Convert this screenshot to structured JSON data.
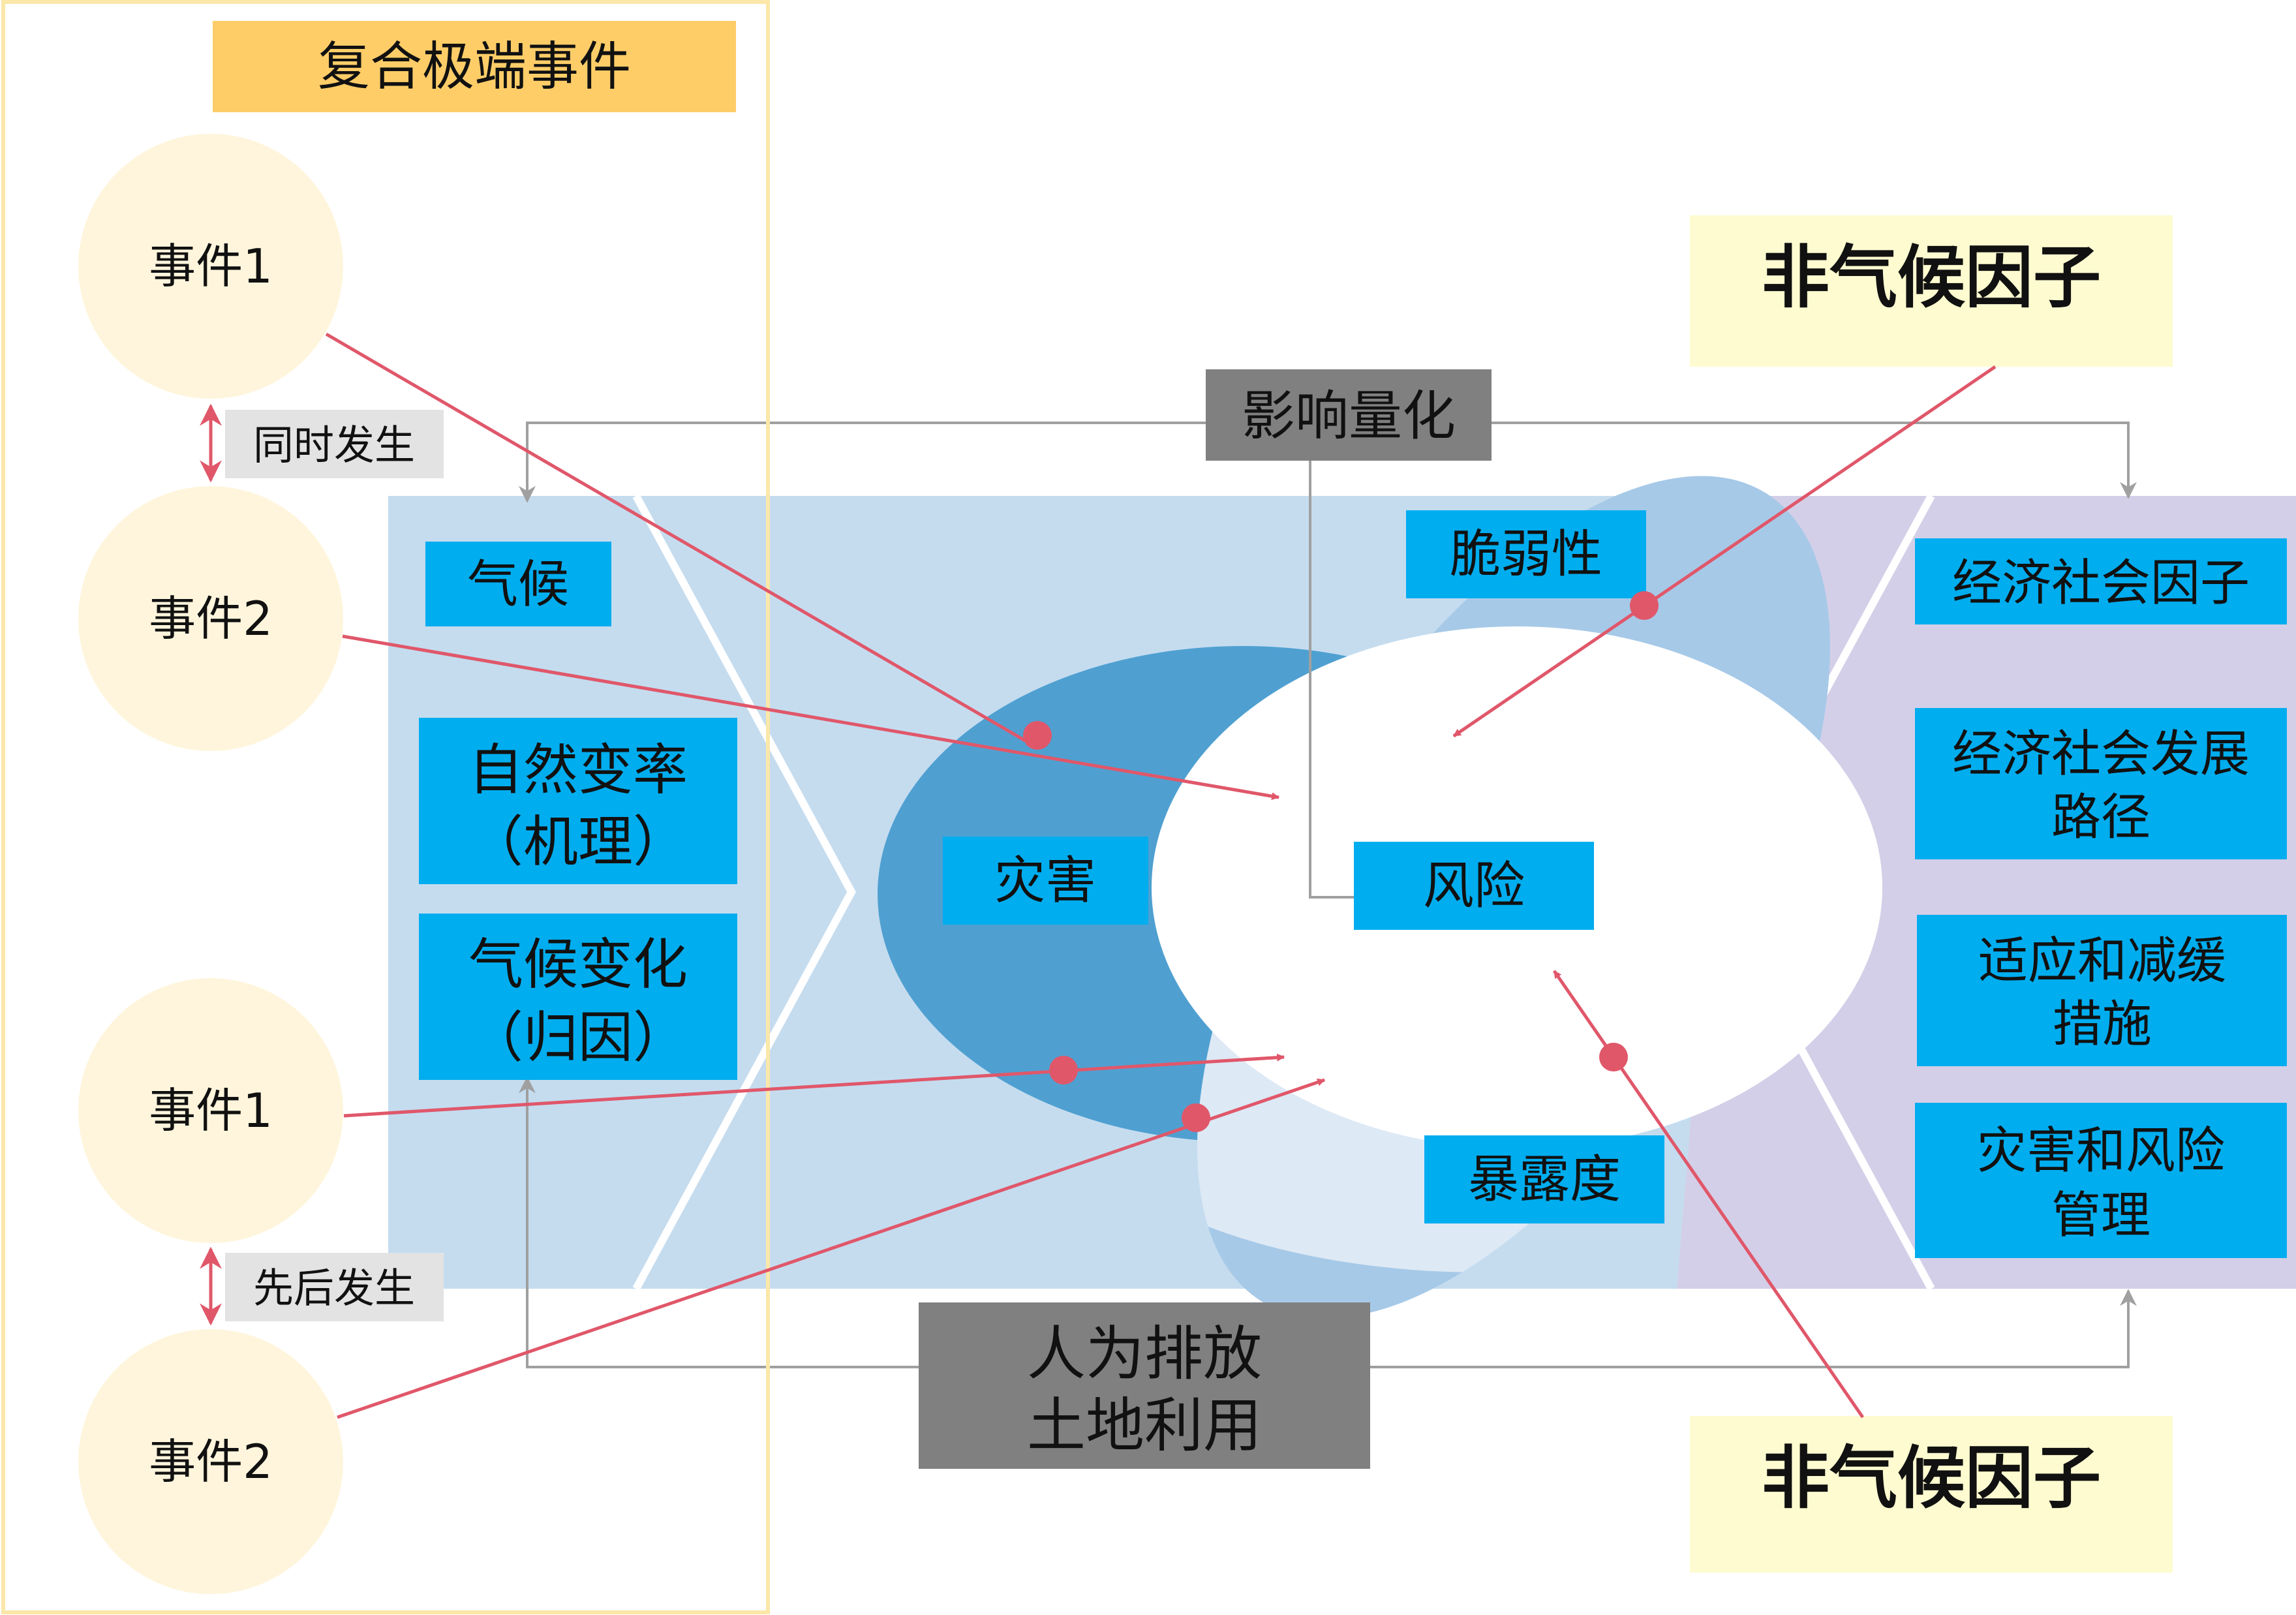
{
  "compound_panel": {
    "title": "复合极端事件",
    "events": [
      "事件1",
      "事件2",
      "事件1",
      "事件2"
    ],
    "relation_simultaneous": "同时发生",
    "relation_sequential": "先后发生"
  },
  "climate_panel": {
    "label": "气候",
    "box_natural": [
      "自然变率",
      "（机理）"
    ],
    "box_change": [
      "气候变化",
      "（归因）"
    ]
  },
  "risk_center": {
    "hazard": "灾害",
    "vulnerability": "脆弱性",
    "exposure": "暴露度",
    "risk": "风险"
  },
  "impact": {
    "label": "影响量化"
  },
  "emissions": {
    "lines": [
      "人为排放",
      "土地利用"
    ]
  },
  "non_climate_top": {
    "label": "非气候因子"
  },
  "non_climate_bottom": {
    "label": "非气候因子"
  },
  "socio_panel": {
    "factors": "经济社会因子",
    "pathways": [
      "经济社会发展",
      "路径"
    ],
    "adaptation": [
      "适应和减缓",
      "措施"
    ],
    "management": [
      "灾害和风险",
      "管理"
    ]
  },
  "colors": {
    "climate_band": "#c5dcef",
    "socio_band": "#d4cfe8",
    "hazard_fill": "#4fa0d1",
    "vulnerability_fill": "#a7c9e8",
    "exposure_fill": "#dde9f5",
    "label_blue": "#00adef",
    "event_circle": "#fef5dc",
    "title_orange": "#fecd68",
    "non_climate_yellow": "#fefbd0",
    "gray_box": "#808080",
    "tag_gray": "#e3e3e3",
    "arrow_red": "#e0576a",
    "connector_gray": "#a0a0a0"
  }
}
